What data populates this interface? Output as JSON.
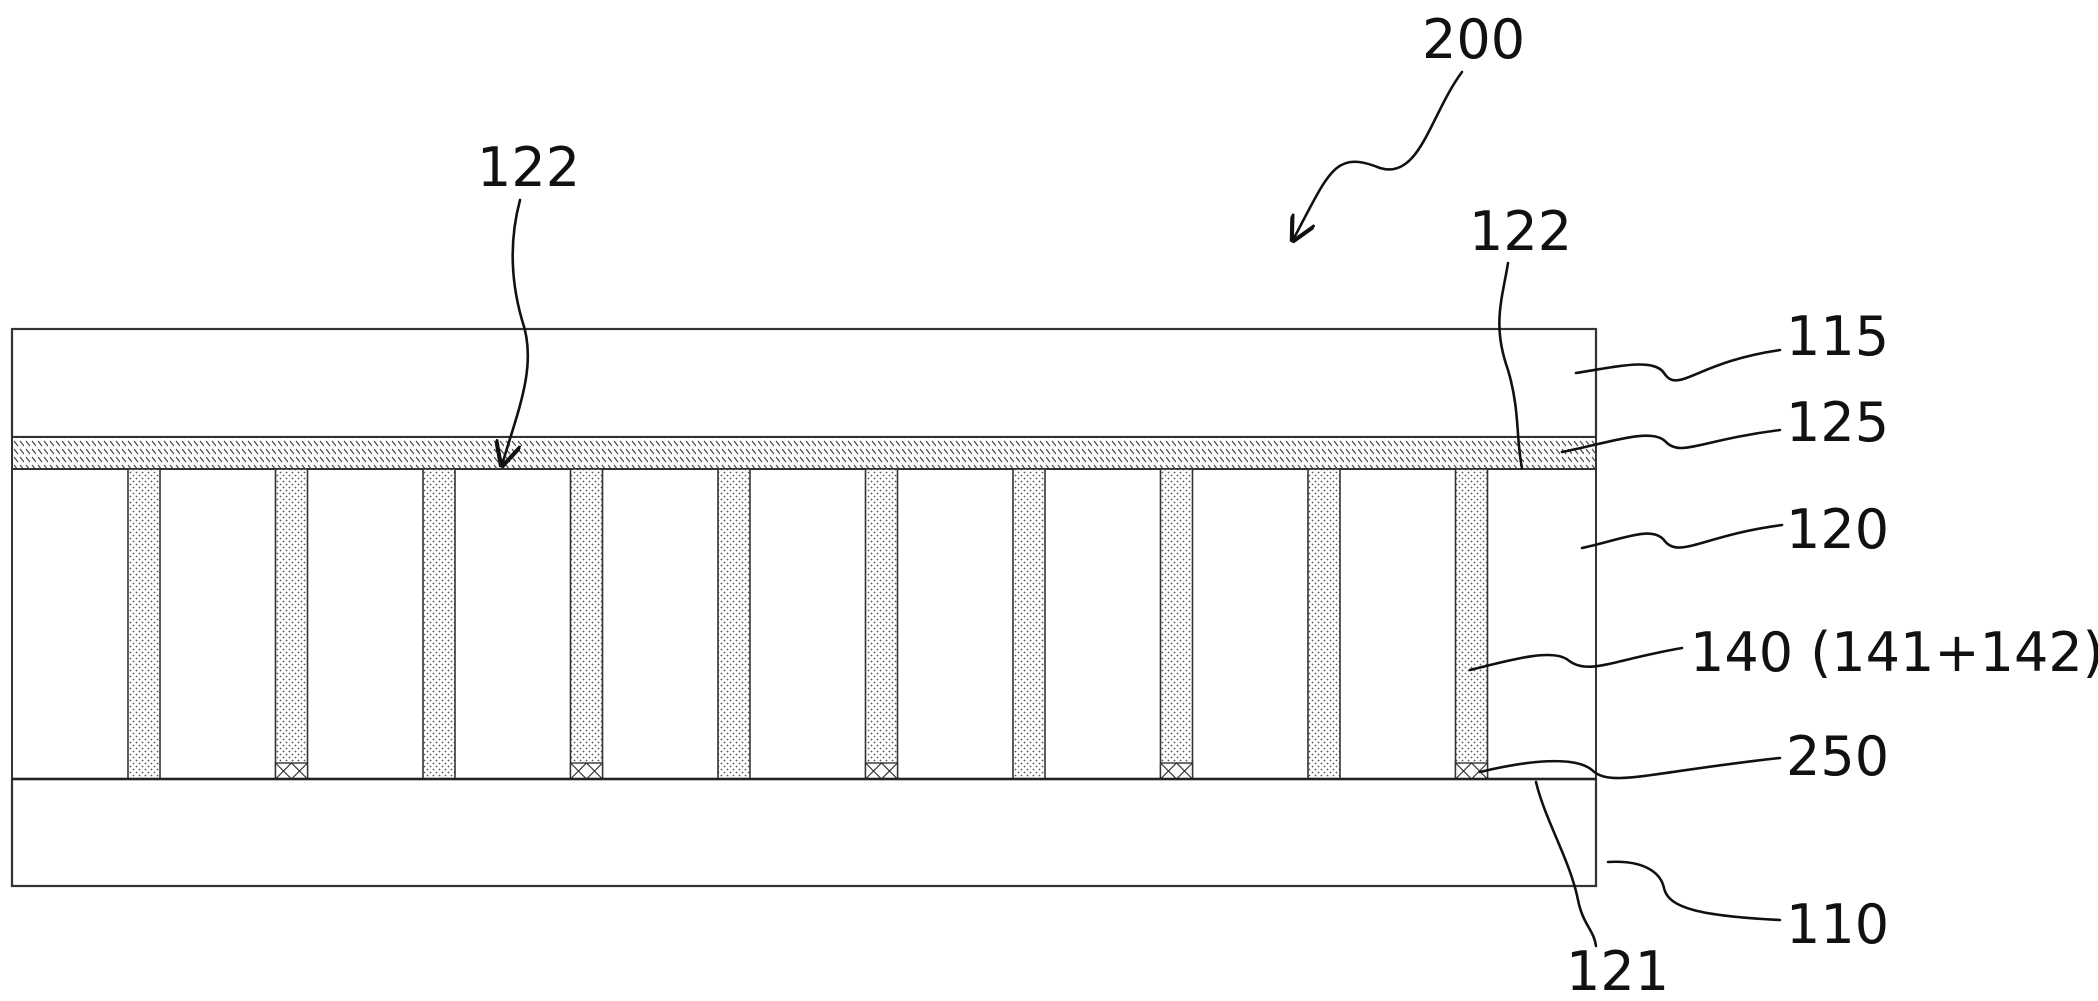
{
  "figure": {
    "assembly_label": "200",
    "labels": {
      "cover": "115",
      "interlayer": "125",
      "spacer_layer": "120",
      "pillars": "140 (141+142)",
      "bond_pads": "250",
      "base": "110",
      "base_interface": "121",
      "pillar_top_left": "122",
      "pillar_top_right": "122"
    },
    "pillar_count": 10,
    "pads_under_pillars": [
      2,
      4,
      6,
      8,
      10
    ]
  }
}
